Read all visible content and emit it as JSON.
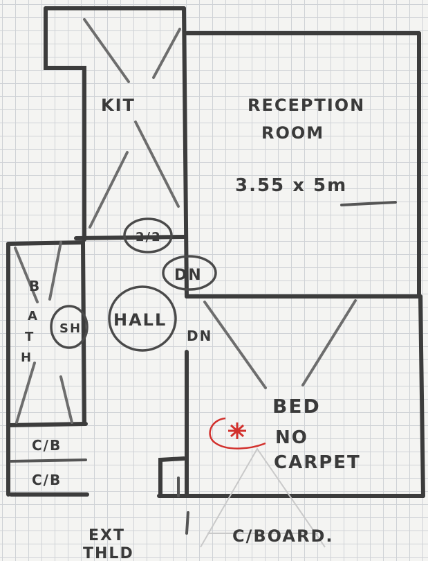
{
  "labels": {
    "kitchen": "KIT",
    "reception_1": "RECEPTION",
    "reception_2": "ROOM",
    "reception_size": "3.55 x 5m",
    "hall": "HALL",
    "dn_upper": "DN",
    "dn_lower": "DN",
    "wc": "2/2",
    "bath_b": "B",
    "bath_a": "A",
    "bath_t": "T",
    "bath_h": "H",
    "sh": "SH",
    "bed": "BED",
    "no_carpet_1": "NO",
    "no_carpet_2": "CARPET",
    "cb_upper": "C/B",
    "cb_lower": "C/B",
    "ext_1": "EXT",
    "ext_2": "THLD",
    "cboard": "C/BOARD."
  },
  "colors": {
    "ink": "#3c3c3c",
    "marker_red": "#d2302c",
    "grid": "#cfd2d6",
    "paper": "#f4f4f2"
  }
}
